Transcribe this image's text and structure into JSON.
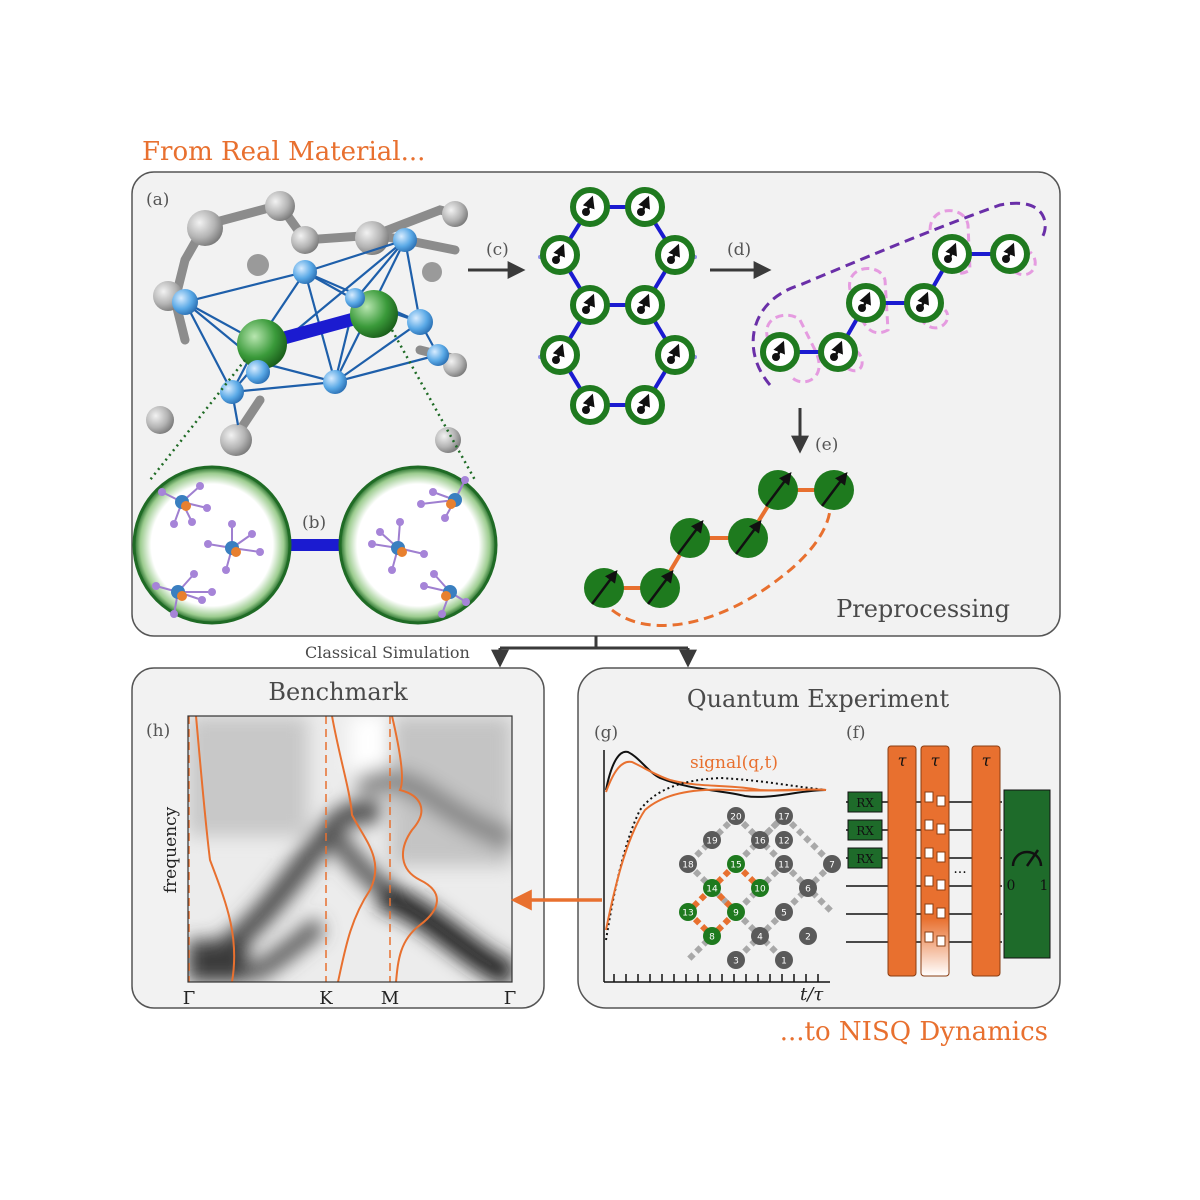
{
  "header": {
    "left_title": "From Real Material...",
    "right_title": "...to NISQ Dynamics"
  },
  "colors": {
    "orange": "#e8702f",
    "green": "#1e7a1e",
    "darkgreen": "#1f6b25",
    "blue": "#1b1bd0",
    "lightblue": "#5aa9e6",
    "purple": "#6a2fa8",
    "pink": "#e59be0",
    "panel": "#f2f2f2"
  },
  "top_panel": {
    "panel_labels": {
      "a": "(a)",
      "b": "(b)",
      "c": "(c)",
      "d": "(d)",
      "e": "(e)"
    },
    "preprocessing": "Preprocessing"
  },
  "flow": {
    "classical_simulation": "Classical Simulation"
  },
  "benchmark": {
    "title": "Benchmark",
    "panel_label": "(h)",
    "ylabel": "frequency",
    "ticks": [
      "Γ",
      "K",
      "M",
      "Γ"
    ]
  },
  "quantum": {
    "title": "Quantum Experiment",
    "panel_g": "(g)",
    "panel_f": "(f)",
    "signal": "signal(q,t)",
    "xlabel": "t/τ",
    "qubits": [
      "20",
      "17",
      "19",
      "16",
      "12",
      "18",
      "15",
      "11",
      "7",
      "14",
      "10",
      "6",
      "13",
      "9",
      "5",
      "8",
      "4",
      "2",
      "3",
      "1"
    ],
    "green_qubits": [
      "15",
      "14",
      "10",
      "13",
      "9",
      "8"
    ],
    "gate": "RX",
    "tau": "τ",
    "ellipsis": "...",
    "meter_zero": "0",
    "meter_one": "1"
  }
}
